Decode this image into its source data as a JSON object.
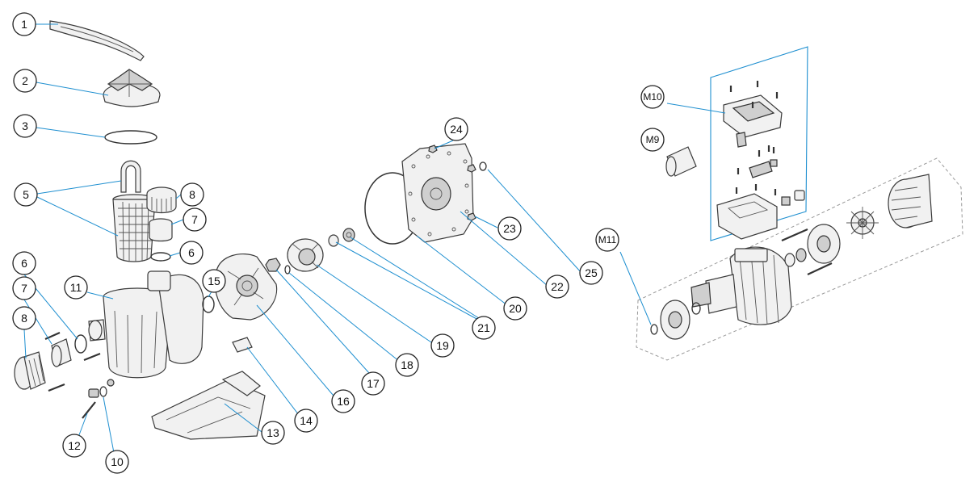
{
  "diagram": {
    "callouts": [
      {
        "id": "c1",
        "label": "1"
      },
      {
        "id": "c2",
        "label": "2"
      },
      {
        "id": "c3",
        "label": "3"
      },
      {
        "id": "c5",
        "label": "5"
      },
      {
        "id": "c8a",
        "label": "8"
      },
      {
        "id": "c7a",
        "label": "7"
      },
      {
        "id": "c6a",
        "label": "6"
      },
      {
        "id": "c6b",
        "label": "6"
      },
      {
        "id": "c7b",
        "label": "7"
      },
      {
        "id": "c8b",
        "label": "8"
      },
      {
        "id": "c11",
        "label": "11"
      },
      {
        "id": "c15",
        "label": "15"
      },
      {
        "id": "c12",
        "label": "12"
      },
      {
        "id": "c10",
        "label": "10"
      },
      {
        "id": "c13",
        "label": "13"
      },
      {
        "id": "c14",
        "label": "14"
      },
      {
        "id": "c16",
        "label": "16"
      },
      {
        "id": "c17",
        "label": "17"
      },
      {
        "id": "c18",
        "label": "18"
      },
      {
        "id": "c19",
        "label": "19"
      },
      {
        "id": "c20",
        "label": "20"
      },
      {
        "id": "c21",
        "label": "21"
      },
      {
        "id": "c22",
        "label": "22"
      },
      {
        "id": "c23",
        "label": "23"
      },
      {
        "id": "c24",
        "label": "24"
      },
      {
        "id": "c25",
        "label": "25"
      },
      {
        "id": "cM9",
        "label": "M9"
      },
      {
        "id": "cM10",
        "label": "M10"
      },
      {
        "id": "cM11",
        "label": "M11"
      }
    ]
  }
}
